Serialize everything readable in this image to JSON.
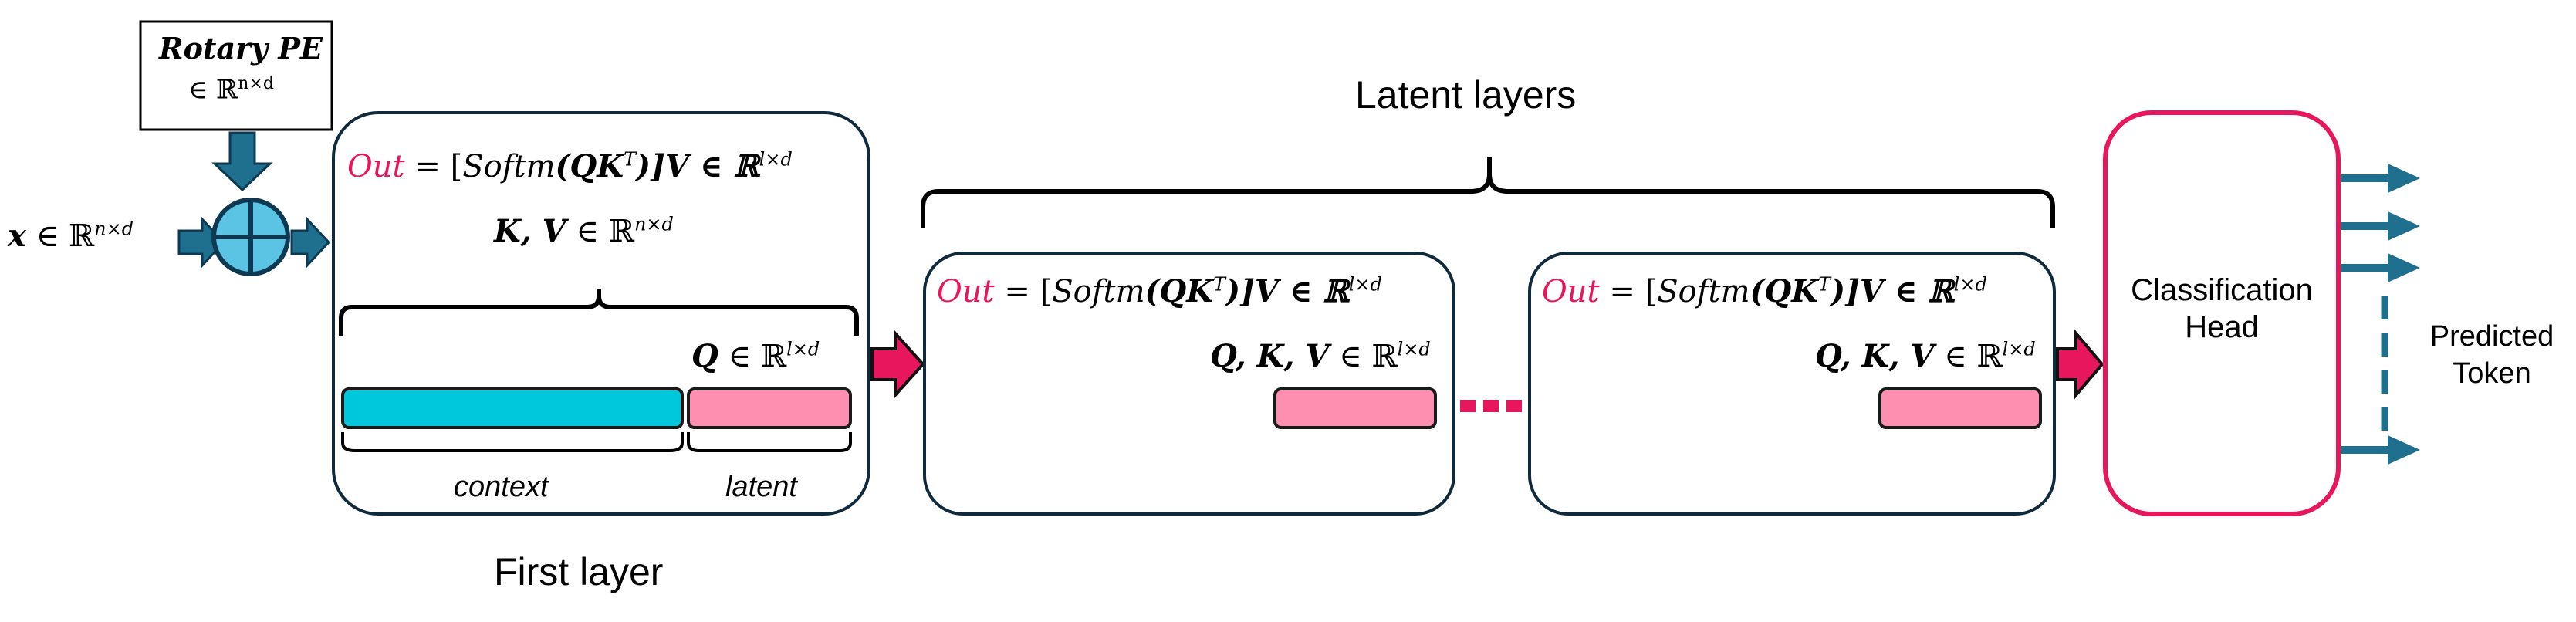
{
  "rotary": {
    "title": "Rotary PE",
    "dim": "∈ ℝ",
    "dim_sup": "n×d"
  },
  "input": {
    "x": "x",
    "dim": " ∈ ℝ",
    "dim_sup": "n×d"
  },
  "first_layer": {
    "out": "Out",
    "eq_a": " = [",
    "softm": "Softm",
    "qk": "(QK",
    "qk_sup": "T",
    "eq_b": ")]V ∈ ℝ",
    "eq_sup": "l×d",
    "kv": "K, V",
    "kv_dim": " ∈ ℝ",
    "kv_sup": "n×d",
    "q": "Q",
    "q_dim": " ∈ ℝ",
    "q_sup": "l×d",
    "context_label": "context",
    "latent_label": "latent",
    "caption": "First layer"
  },
  "latent_layers": {
    "title": "Latent layers",
    "blocks": [
      {
        "out": "Out",
        "eq_a": " = [",
        "softm": "Softm",
        "qk": "(QK",
        "qk_sup": "T",
        "eq_b": ")]V ∈ ℝ",
        "eq_sup": "l×d",
        "qkv": "Q, K, V",
        "qkv_dim": " ∈ ℝ",
        "qkv_sup": "l×d"
      },
      {
        "out": "Out",
        "eq_a": " = [",
        "softm": "Softm",
        "qk": "(QK",
        "qk_sup": "T",
        "eq_b": ")]V ∈ ℝ",
        "eq_sup": "l×d",
        "qkv": "Q, K, V",
        "qkv_dim": " ∈ ℝ",
        "qkv_sup": "l×d"
      }
    ]
  },
  "head": {
    "label_line1": "Classification",
    "label_line2": "Head"
  },
  "output": {
    "line1": "Predicted",
    "line2": "Token"
  },
  "colors": {
    "navy": "#1f4e6e",
    "teal_arrow": "#1f6f8f",
    "cyan": "#00c8dc",
    "pink": "#ff8fb1",
    "magenta": "#e8175d",
    "plus_fill": "#5bc3e3"
  }
}
